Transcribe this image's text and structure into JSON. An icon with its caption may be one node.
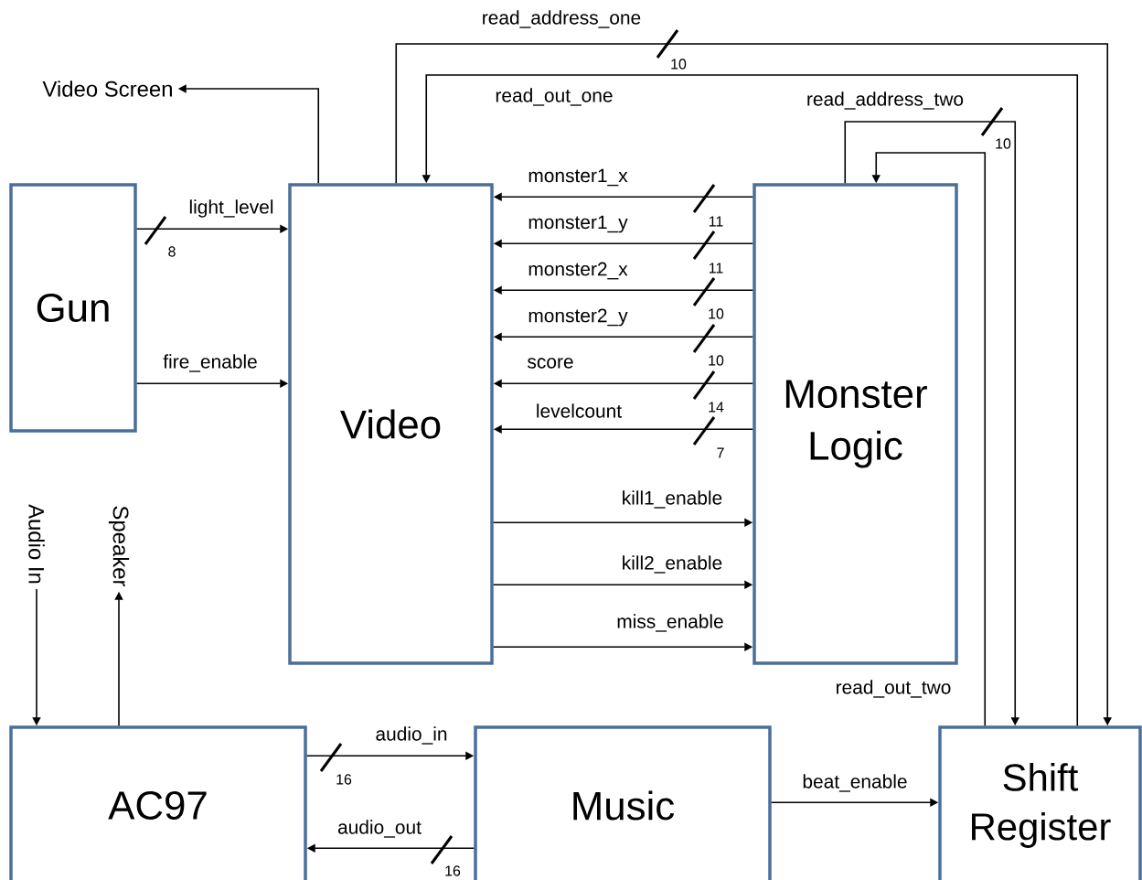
{
  "diagram": {
    "nodes": [
      {
        "text": [
          "Gun"
        ]
      },
      {
        "text": [
          "Video"
        ]
      },
      {
        "text": [
          "Monster Logic"
        ]
      },
      {
        "text": [
          "AC97"
        ]
      },
      {
        "text": [
          "Music"
        ]
      },
      {
        "text": [
          "Shift Register"
        ]
      },
      {
        "text": [
          "Video Screen"
        ]
      },
      {
        "text": [
          "Audio In"
        ]
      },
      {
        "text": [
          "Speaker"
        ]
      }
    ],
    "edges": [
      {
        "from": 0,
        "to": 1,
        "arrow": "to",
        "label": "light_level"
      },
      {
        "from": 0,
        "to": 1,
        "arrow": "to",
        "label": "fire_enable"
      },
      {
        "from": 1,
        "to": 6,
        "arrow": "to"
      },
      {
        "from": 1,
        "to": 5,
        "arrow": "to",
        "label": "read_address_one"
      },
      {
        "from": 5,
        "to": 1,
        "arrow": "to",
        "label": "read_out_one"
      },
      {
        "from": 2,
        "to": 5,
        "arrow": "to",
        "label": "read_address_two"
      },
      {
        "from": 5,
        "to": 2,
        "arrow": "to",
        "label": "read_out_two"
      },
      {
        "from": 2,
        "to": 1,
        "arrow": "to",
        "label": "monster1_x"
      },
      {
        "from": 2,
        "to": 1,
        "arrow": "to",
        "label": "monster1_y"
      },
      {
        "from": 2,
        "to": 1,
        "arrow": "to",
        "label": "monster2_x"
      },
      {
        "from": 2,
        "to": 1,
        "arrow": "to",
        "label": "monster2_y"
      },
      {
        "from": 2,
        "to": 1,
        "arrow": "to",
        "label": "score"
      },
      {
        "from": 2,
        "to": 1,
        "arrow": "to",
        "label": "levelcount"
      },
      {
        "from": 1,
        "to": 2,
        "arrow": "to",
        "label": "kill1_enable"
      },
      {
        "from": 1,
        "to": 2,
        "arrow": "to",
        "label": "kill2_enable"
      },
      {
        "from": 1,
        "to": 2,
        "arrow": "to",
        "label": "miss_enable"
      },
      {
        "from": 7,
        "to": 3,
        "arrow": "to"
      },
      {
        "from": 3,
        "to": 8,
        "arrow": "to"
      },
      {
        "from": 3,
        "to": 4,
        "arrow": "to",
        "label": "audio_in"
      },
      {
        "from": 4,
        "to": 3,
        "arrow": "to",
        "label": "audio_out"
      },
      {
        "from": 4,
        "to": 5,
        "arrow": "to",
        "label": "beat_enable"
      }
    ],
    "labels": [
      "10",
      "10",
      "11",
      "8",
      "11",
      "10",
      "10",
      "14",
      "7",
      "16",
      "16"
    ]
  }
}
